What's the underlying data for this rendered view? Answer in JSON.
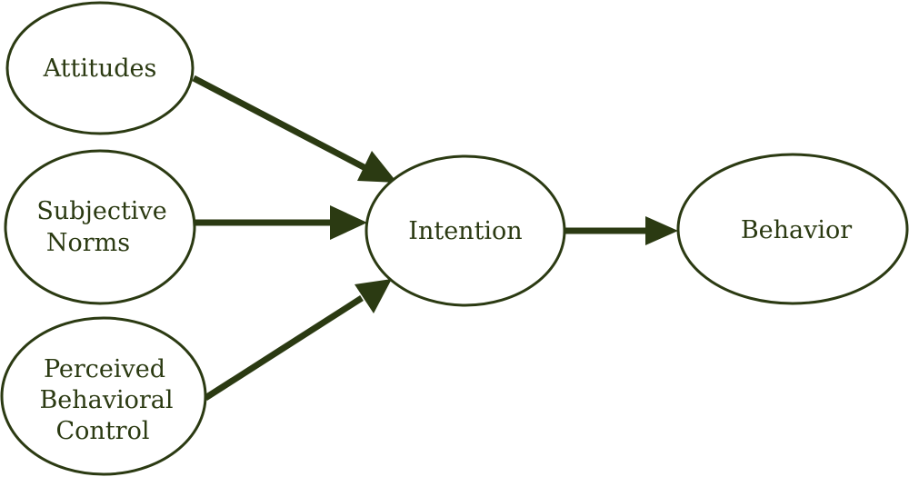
{
  "diagram": {
    "colors": {
      "stroke": "#2b3a12",
      "text": "#2b3a12",
      "fill": "#ffffff"
    },
    "nodes": {
      "attitudes": {
        "lines": [
          "Attitudes"
        ]
      },
      "subjective_norms": {
        "lines": [
          "Subjective",
          "Norms"
        ]
      },
      "perceived_behavioral_control": {
        "lines": [
          "Perceived",
          "Behavioral",
          "Control"
        ]
      },
      "intention": {
        "lines": [
          "Intention"
        ]
      },
      "behavior": {
        "lines": [
          "Behavior"
        ]
      }
    },
    "edges": [
      {
        "from": "attitudes",
        "to": "intention"
      },
      {
        "from": "subjective_norms",
        "to": "intention"
      },
      {
        "from": "perceived_behavioral_control",
        "to": "intention"
      },
      {
        "from": "intention",
        "to": "behavior"
      }
    ]
  }
}
